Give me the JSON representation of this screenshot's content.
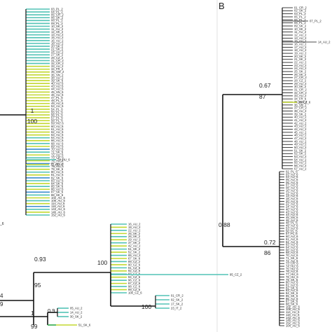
{
  "colors": {
    "teal": "#52c3b5",
    "lime": "#c3d830",
    "blue": "#3d8ecf",
    "black": "#111111",
    "green": "#2ea84a",
    "frame": "#e2e2e2"
  },
  "panel_b": {
    "label": "B"
  },
  "left_panel": {
    "main_clade": {
      "posterior": "1",
      "bootstrap": "100"
    },
    "lower_clade": {
      "posterior": "0.93",
      "bootstrap": "95"
    },
    "mid_clade": {
      "bootstrap": "100"
    },
    "small_clade": {
      "bootstrap": "100"
    },
    "bottom_clade": {
      "posterior": "1",
      "bootstrap": "99",
      "inner_posterior": "0.9"
    },
    "edge_labels": [
      "_6",
      "4",
      "9"
    ],
    "big_tips": [
      "03_PL_2",
      "04_PL_2",
      "05_CR_2",
      "06_SK_2",
      "08_PL_2",
      "09_PL_2",
      "10_SK_2",
      "11_AU_2",
      "12_SK_2",
      "13_AU_2",
      "15_AU_2",
      "16_AU_2",
      "18_AU_2",
      "20_SK_2",
      "21_SK_2",
      "24_AU_2",
      "27_SK_2",
      "28_CZ_2",
      "31_CR_2",
      "32_CR_2",
      "33_AU_2",
      "34_FR_2",
      "35_SW_2",
      "36_SN_2",
      "38_AU_2",
      "39_SK_6",
      "40_AU_6",
      "43_AU_6",
      "44_AU_6",
      "45_SN_6",
      "46_AU_6",
      "47_PL_6",
      "48_PL_6",
      "49_AU_6",
      "53_AU_6",
      "54_PL_6",
      "55_PL_6",
      "56_PL_6",
      "57_PL_6",
      "58_PL_6",
      "59_HU_6",
      "60_AU_6",
      "61_AU_6",
      "62_AU_6",
      "63_AU_6",
      "64_AU_6",
      "66_AU_6",
      "68_AU_6",
      "69_AU_6",
      "70_AU_6",
      "71_SK_6",
      "72_AU_6",
      "73_CR_6",
      "76_AU_6",
      "77_HU_6",
      "78_HU_6",
      "79_SK_6",
      "80_AU_6",
      "81_AU_6",
      "82_SK_6",
      "83_AU_6",
      "84_SK_6",
      "85_SK_6",
      "86_AU_6",
      "87_SK_6",
      "88_SK_6",
      "102_AU_6",
      "108_AU_6",
      "114_AU_6",
      "118_AU_6",
      "143_AU_6",
      "146_AU_6",
      "152_AU_6"
    ],
    "big_outliers": [
      "74_HU_6",
      "75_HU_6"
    ],
    "mid_tips": [
      "16_AU_2",
      "19_AU_2",
      "22_AU_2",
      "25_SK_2",
      "26_SK_2",
      "29_AU_2",
      "37_SK_2",
      "42_AU_2",
      "51_SK_2",
      "52_SK_2",
      "65_AU_2",
      "67_SK_6",
      "89_CZ_2",
      "90_CZ_6",
      "91_CZ_6",
      "92_CZ_6",
      "93_CZ_6",
      "94_CZ_6",
      "96_CZ_6",
      "97_CZ_6",
      "98_CZ_6",
      "99_CZ_6",
      "100_CZ_6"
    ],
    "mid_outlier": "95_CZ_2",
    "small_tips": [
      "01_CR_2",
      "02_SK_2",
      "17_SK_2",
      "23_IT_2"
    ],
    "bottom_tips": [
      "05_AU_2",
      "14_AU_2",
      "30_SK_2"
    ],
    "bottom_single": "51_SK_6"
  },
  "right_panel": {
    "root_node": {
      "posterior": "0.88"
    },
    "upper_node": {
      "posterior": "0.67",
      "bootstrap": "87"
    },
    "lower_node": {
      "posterior": "0.72",
      "bootstrap": "86"
    },
    "upper_tips": [
      "01_CR_2",
      "02_SK_2",
      "03_PL_2",
      "05_PL_2",
      "06_PL_2",
      "08_PL_2",
      "09_SK_2",
      "10_SK_2",
      "11_AU_2",
      "12_AU_2",
      "13_AU_2",
      "15_AU_2",
      "16_AU_2",
      "17_AU_2",
      "18_AU_2",
      "19_AU_2",
      "20_SK_2",
      "21_SK_2",
      "22_AU_2",
      "23_AU_2",
      "24_AU_2",
      "25_SK_2",
      "26_SK_2",
      "27_CR_2",
      "28_CZ_2",
      "29_AU_2",
      "30_SK_2",
      "31_CR_2",
      "32_CR_2",
      "33_AU_2",
      "34_FR_6",
      "35_SW_2",
      "36_SN_2",
      "37_CR_2",
      "38_AU_2",
      "39_SK_2",
      "40_AU_2",
      "41_AU_2",
      "42_AU_2",
      "43_AU_2",
      "44_AU_2",
      "45_AU_2",
      "46_AU_2",
      "47_AU_2",
      "48_AU_2",
      "49_AU_2",
      "50_AU_2",
      "51_SK_2",
      "52_SK_2",
      "53_AU_2",
      "54_AU_2",
      "55_AU_2",
      "56_AU_2",
      "57_AU_2"
    ],
    "upper_outliers": [
      "07_PL_2",
      "14_AU_2",
      "56_CZ_6"
    ],
    "lower_tips": [
      "02_PL_6",
      "03_AU_6",
      "04_AU_6",
      "05_AU_6",
      "06_AU_6",
      "07_AU_6",
      "08_AU_6",
      "10_AU_6",
      "12_AU_6",
      "14_AU_6",
      "18_AU_6",
      "20_AU_6",
      "22_AU_6",
      "24_AU_6",
      "40_AU_6",
      "43_AU_6",
      "44_AU_6",
      "45_SN_6",
      "46_AU_6",
      "48_PL_6",
      "49_AU_6",
      "53_AU_6",
      "56_PL_6",
      "57_PL_6",
      "60_AU_6",
      "61_AU_6",
      "62_AU_6",
      "63_AU_6",
      "64_AU_6",
      "66_AU_6",
      "68_AU_6",
      "70_AU_6",
      "71_SK_6",
      "72_AU_6",
      "73_CR_6",
      "74_HU_6",
      "75_HU_6",
      "76_AU_6",
      "77_HU_6",
      "78_HU_6",
      "79_SK_6",
      "80_AU_6",
      "81_AU_6",
      "82_SK_6",
      "83_AU_6",
      "84_SK_6",
      "85_SK_6",
      "86_AU_6",
      "87_SK_6",
      "88_SK_6",
      "102_AU_6",
      "108_AU_6",
      "114_AU_6",
      "118_AU_6",
      "143_AU_6",
      "146_AU_6",
      "152_AU_6",
      "104_AU_6"
    ]
  }
}
